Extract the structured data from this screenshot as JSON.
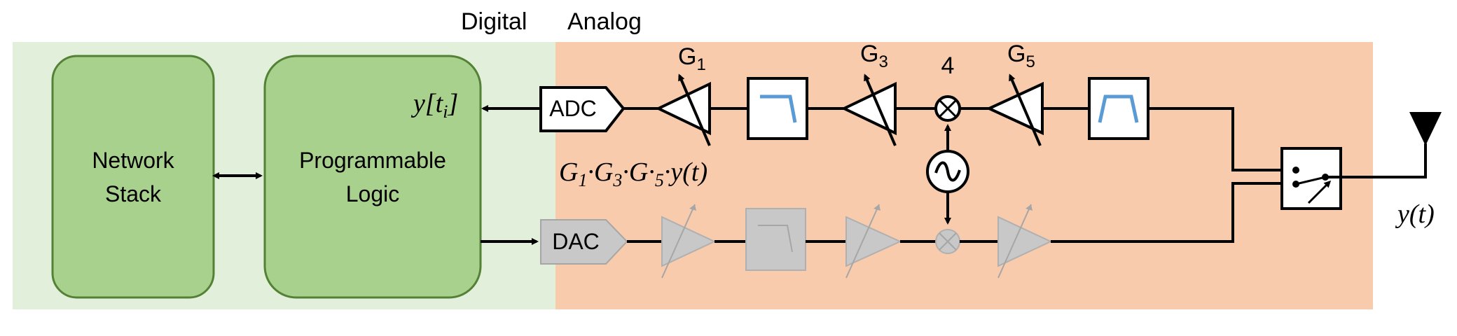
{
  "header": {
    "digital_label": "Digital",
    "analog_label": "Analog"
  },
  "blocks": {
    "network_stack": {
      "line1": "Network",
      "line2": "Stack"
    },
    "programmable_logic": {
      "line1": "Programmable",
      "line2": "Logic"
    },
    "adc": {
      "label": "ADC"
    },
    "dac": {
      "label": "DAC"
    }
  },
  "signals": {
    "sampled_prefix": "y[t",
    "sampled_sub": "i",
    "sampled_suffix": "]",
    "output": "y(t)",
    "gain_g1": "G",
    "gain_g1_sub": "1",
    "gain_dot1": "·",
    "gain_g3": "G",
    "gain_g3_sub": "3",
    "gain_dot2": "·",
    "gain_g5": "G·",
    "gain_g5_sub": "5",
    "gain_dot3": "·",
    "gain_y": "y(t)"
  },
  "rx_chain": {
    "amp1_label": "G",
    "amp1_sub": "1",
    "amp3_label": "G",
    "amp3_sub": "3",
    "mixer_label": "4",
    "amp5_label": "G",
    "amp5_sub": "5"
  },
  "colors": {
    "digital_bg": "#e2efda",
    "analog_bg": "#f8cbad",
    "block_fill": "#a9d18e",
    "block_stroke": "#538135",
    "filter_curve": "#5b9bd5",
    "disabled_fill": "#c8c8c8",
    "disabled_stroke": "#a6a6a6"
  }
}
